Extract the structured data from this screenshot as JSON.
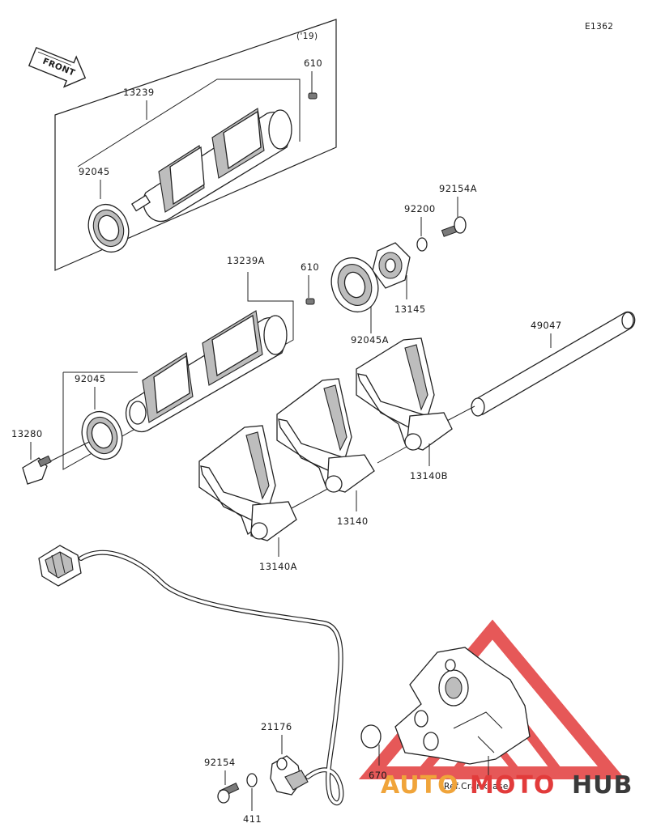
{
  "diagram": {
    "code": "E1362",
    "variant_note": "('19)",
    "front_label": "FRONT",
    "ref_label": "Ref.Crankcase"
  },
  "labels": {
    "p13239": "13239",
    "p610_top": "610",
    "p92045_top": "92045",
    "p92154A": "92154A",
    "p92200": "92200",
    "p13145": "13145",
    "p13239A": "13239A",
    "p610_mid": "610",
    "p92045A": "92045A",
    "p49047": "49047",
    "p92045_mid": "92045",
    "p13280": "13280",
    "p13140B": "13140B",
    "p13140": "13140",
    "p13140A": "13140A",
    "p21176": "21176",
    "p92154": "92154",
    "p670": "670",
    "p411": "411"
  },
  "watermark": {
    "part1": "AUTO",
    "part2": "MOTO",
    "part3": "HUB",
    "color_red": "#e23b3b",
    "color_orange": "#f0a43a",
    "color_dark": "#3a3a3a"
  }
}
